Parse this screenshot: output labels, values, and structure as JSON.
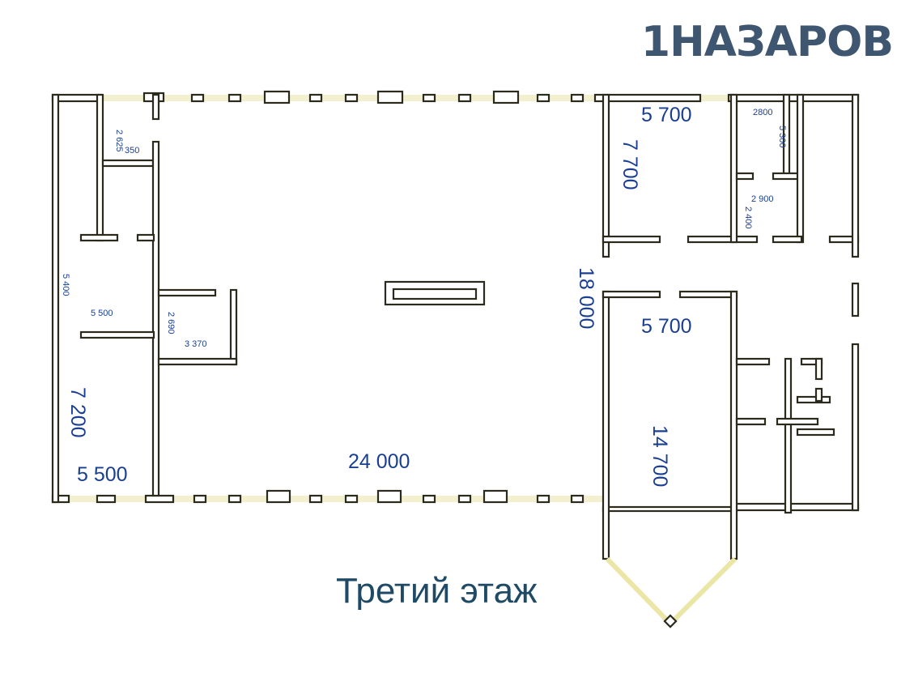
{
  "logo": "1НАЗАРОВ",
  "title": "Третий этаж",
  "dimensions": {
    "d_2625": "2 625",
    "d_350": "350",
    "d_5400": "5 400",
    "d_5500_small": "5 500",
    "d_2690": "2 690",
    "d_3370": "3 370",
    "d_7200": "7 200",
    "d_5500": "5 500",
    "d_24000": "24 000",
    "d_18000": "18 000",
    "d_5700_top": "5 700",
    "d_7700": "7 700",
    "d_2800": "2800",
    "d_5300": "5 300",
    "d_2900": "2 900",
    "d_2400": "2 400",
    "d_5700_mid": "5 700",
    "d_14700": "14 700"
  },
  "colors": {
    "wall": "#2b2a1c",
    "label": "#1a3f92",
    "logo": "#3f5670"
  }
}
